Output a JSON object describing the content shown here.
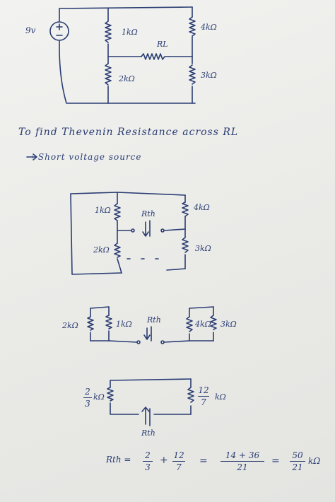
{
  "circuit_original": {
    "source_label": "9v",
    "plus_sign": "+",
    "r1_label": "1kΩ",
    "r2_label": "4kΩ",
    "rl_label": "RL",
    "r3_label": "2kΩ",
    "r4_label": "3kΩ"
  },
  "notes": {
    "line1": "To find Thevenin Resistance across RL",
    "line2": "→ Short voltage source"
  },
  "circuit_shorted": {
    "r1_label": "1kΩ",
    "r2_label": "4kΩ",
    "r3_label": "2kΩ",
    "r4_label": "3kΩ",
    "rth_label": "Rth"
  },
  "circuit_parallel": {
    "left_outer_label": "2kΩ",
    "left_inner_label": "1kΩ",
    "right_inner_label": "4kΩ",
    "right_outer_label": "3kΩ",
    "rth_label": "Rth"
  },
  "circuit_series": {
    "left_num": "2",
    "left_den": "3",
    "left_unit": "kΩ",
    "right_num": "12",
    "right_den": "7",
    "right_unit": "kΩ",
    "rth_label": "Rth"
  },
  "equation": {
    "lhs": "Rth =",
    "t1_num": "2",
    "t1_den": "3",
    "plus": "+",
    "t2_num": "12",
    "t2_den": "7",
    "eq1": "=",
    "t3_num": "14 + 36",
    "t3_den": "21",
    "eq2": "=",
    "t4_num": "50",
    "t4_den": "21",
    "unit": "kΩ"
  }
}
